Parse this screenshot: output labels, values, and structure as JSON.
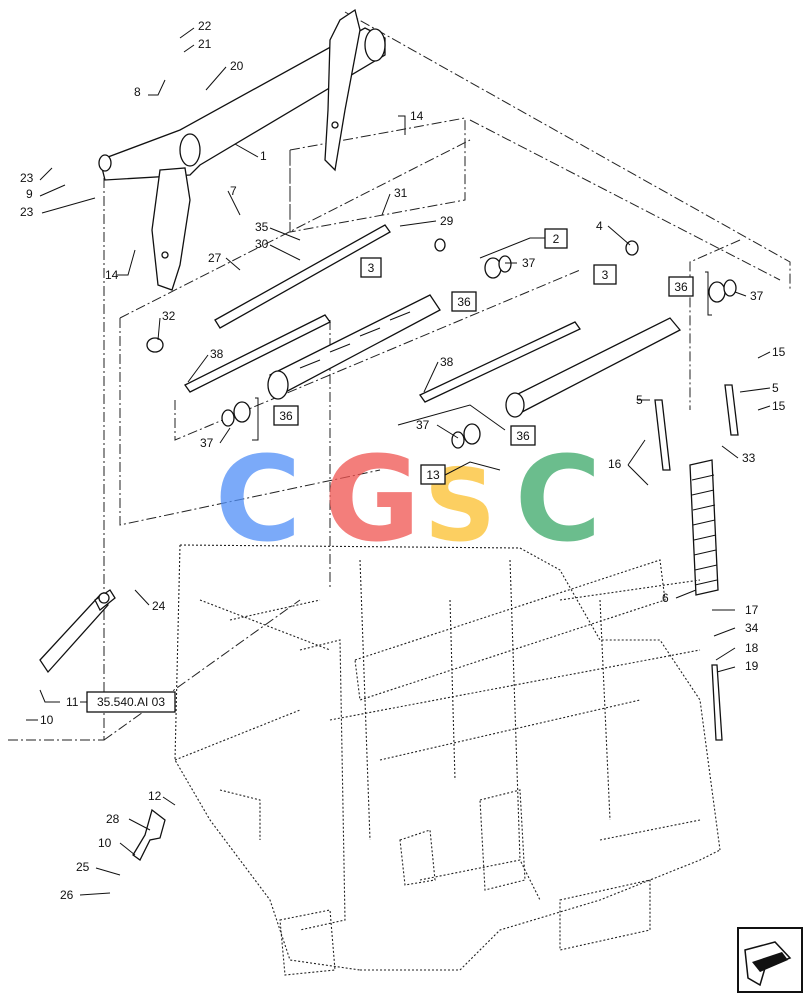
{
  "labels": [
    {
      "id": "l22",
      "text": "22"
    },
    {
      "id": "l21",
      "text": "21"
    },
    {
      "id": "l20",
      "text": "20"
    },
    {
      "id": "l8",
      "text": "8"
    },
    {
      "id": "l1",
      "text": "1"
    },
    {
      "id": "l14a",
      "text": "14"
    },
    {
      "id": "l23a",
      "text": "23"
    },
    {
      "id": "l9",
      "text": "9"
    },
    {
      "id": "l23b",
      "text": "23"
    },
    {
      "id": "l7",
      "text": "7"
    },
    {
      "id": "l31",
      "text": "31"
    },
    {
      "id": "l35",
      "text": "35"
    },
    {
      "id": "l29",
      "text": "29"
    },
    {
      "id": "l30",
      "text": "30"
    },
    {
      "id": "l4",
      "text": "4"
    },
    {
      "id": "l27",
      "text": "27"
    },
    {
      "id": "l14b",
      "text": "14"
    },
    {
      "id": "l37a",
      "text": "37"
    },
    {
      "id": "l32",
      "text": "32"
    },
    {
      "id": "l37b",
      "text": "37"
    },
    {
      "id": "l38a",
      "text": "38"
    },
    {
      "id": "l38b",
      "text": "38"
    },
    {
      "id": "l37c",
      "text": "37"
    },
    {
      "id": "l37d",
      "text": "37"
    },
    {
      "id": "l15a",
      "text": "15"
    },
    {
      "id": "l5a",
      "text": "5"
    },
    {
      "id": "l5b",
      "text": "5"
    },
    {
      "id": "l15b",
      "text": "15"
    },
    {
      "id": "l16",
      "text": "16"
    },
    {
      "id": "l33",
      "text": "33"
    },
    {
      "id": "l6",
      "text": "6"
    },
    {
      "id": "l24",
      "text": "24"
    },
    {
      "id": "l17",
      "text": "17"
    },
    {
      "id": "l34",
      "text": "34"
    },
    {
      "id": "l18",
      "text": "18"
    },
    {
      "id": "l19",
      "text": "19"
    },
    {
      "id": "l11",
      "text": "11"
    },
    {
      "id": "l10a",
      "text": "10"
    },
    {
      "id": "l12",
      "text": "12"
    },
    {
      "id": "l28",
      "text": "28"
    },
    {
      "id": "l10b",
      "text": "10"
    },
    {
      "id": "l25",
      "text": "25"
    },
    {
      "id": "l26",
      "text": "26"
    }
  ],
  "boxed_labels": [
    {
      "id": "b2",
      "text": "2"
    },
    {
      "id": "b3a",
      "text": "3"
    },
    {
      "id": "b3b",
      "text": "3"
    },
    {
      "id": "b36a",
      "text": "36"
    },
    {
      "id": "b36b",
      "text": "36"
    },
    {
      "id": "b36c",
      "text": "36"
    },
    {
      "id": "b36d",
      "text": "36"
    },
    {
      "id": "b13",
      "text": "13"
    }
  ],
  "reference": {
    "text": "35.540.AI 03"
  },
  "watermark": {
    "letters": [
      "C",
      "G",
      "S",
      "C"
    ],
    "colors": [
      "#4f8ef7",
      "#ef5350",
      "#fbc02d",
      "#3aa867"
    ]
  },
  "nav_icon": "page-turn-arrow-icon"
}
